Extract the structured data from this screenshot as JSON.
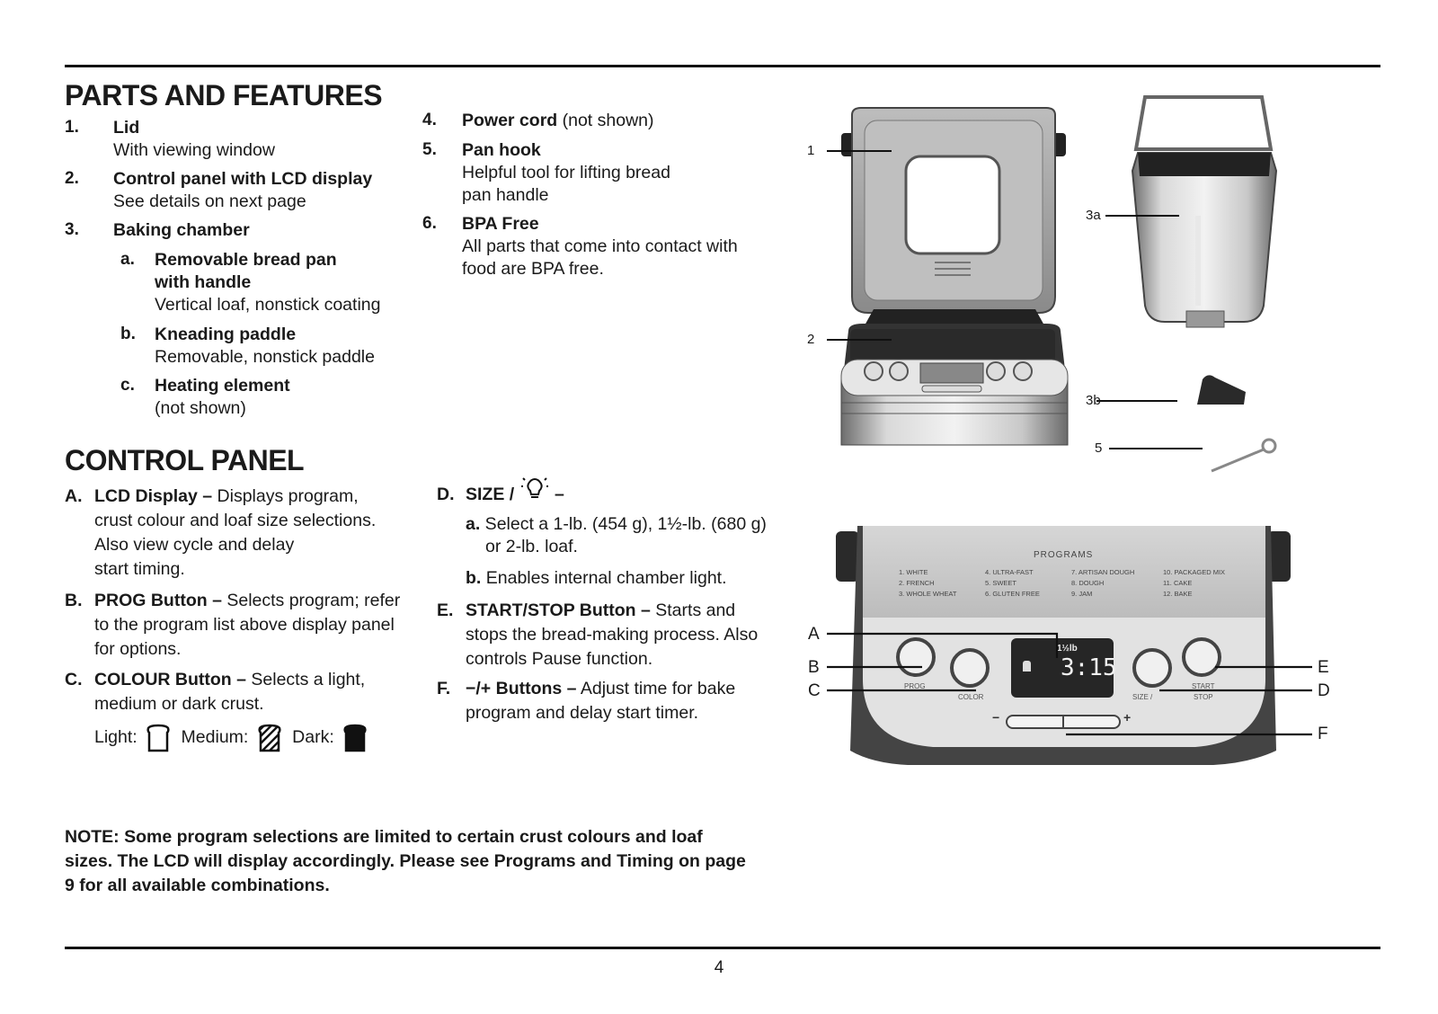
{
  "parts": {
    "heading": "PARTS AND FEATURES",
    "items": [
      {
        "num": "1.",
        "title": "Lid",
        "desc": "With viewing window"
      },
      {
        "num": "2.",
        "title": "Control panel with LCD display",
        "desc": "See details on next page"
      },
      {
        "num": "3.",
        "title": "Baking chamber"
      },
      {
        "num": "a.",
        "title": "Removable bread pan",
        "title2": "with handle",
        "desc": "Vertical loaf, nonstick coating"
      },
      {
        "num": "b.",
        "title": "Kneading paddle",
        "desc": "Removable, nonstick paddle"
      },
      {
        "num": "c.",
        "title": "Heating element",
        "desc": "(not shown)"
      },
      {
        "num": "4.",
        "title": "Power cord",
        "suffix": " (not shown)"
      },
      {
        "num": "5.",
        "title": "Pan hook",
        "desc": "Helpful tool for lifting bread",
        "desc2": "pan handle"
      },
      {
        "num": "6.",
        "title": "BPA Free",
        "desc": "All parts that come into contact with",
        "desc2": "food are BPA free."
      }
    ]
  },
  "control": {
    "heading": "CONTROL PANEL",
    "A": {
      "letter": "A.",
      "title": "LCD Display –",
      "lines": [
        " Displays program,",
        "crust colour and loaf size selections.",
        "Also view cycle and delay",
        "start timing."
      ]
    },
    "B": {
      "letter": "B.",
      "title": "PROG Button –",
      "lines": [
        " Selects program; refer",
        "to the program list above display panel",
        "for options."
      ]
    },
    "C": {
      "letter": "C.",
      "title": "COLOUR Button –",
      "lines": [
        " Selects a light,",
        "medium or dark crust."
      ]
    },
    "crust": {
      "light": "Light:",
      "medium": "Medium:",
      "dark": "Dark:"
    },
    "D": {
      "letter": "D.",
      "title": "SIZE /",
      "dash": "–",
      "a_label": "a.",
      "a_lines": [
        " Select a 1-lb. (454 g), 1½-lb. (680 g)",
        "or 2-lb. loaf."
      ],
      "b_label": "b.",
      "b_text": " Enables internal chamber light."
    },
    "E": {
      "letter": "E.",
      "title": "START/STOP Button –",
      "lines": [
        " Starts and",
        "stops the bread-making process. Also",
        "controls Pause function."
      ]
    },
    "F": {
      "letter": "F.",
      "title": "−/+ Buttons –",
      "lines": [
        " Adjust time for bake",
        "program and delay start timer."
      ]
    }
  },
  "note": "NOTE: Some program selections are limited to certain crust colours and loaf sizes. The LCD will display accordingly.  Please see Programs and Timing on page 9 for all available combinations.",
  "page_number": "4",
  "diagram": {
    "labels": {
      "l1": "1",
      "l2": "2",
      "l3a": "3a",
      "l3b": "3b",
      "l5": "5"
    },
    "panel": {
      "programs_title": "PROGRAMS",
      "programs": [
        "1. WHITE",
        "2. FRENCH",
        "3. WHOLE WHEAT",
        "4. ULTRA-FAST",
        "5. SWEET",
        "6. GLUTEN FREE",
        "7. ARTISAN DOUGH",
        "8. DOUGH",
        "9. JAM",
        "10. PACKAGED MIX",
        "11. CAKE",
        "12. BAKE"
      ],
      "lcd_size": "1½lb",
      "lcd_time": "3:15",
      "btn_prog": "PROG",
      "btn_colour": "COLOR",
      "btn_size": "SIZE /",
      "btn_start": "START",
      "btn_stop": "STOP",
      "minus": "−",
      "plus": "+",
      "callouts": {
        "A": "A",
        "B": "B",
        "C": "C",
        "D": "D",
        "E": "E",
        "F": "F"
      }
    }
  }
}
